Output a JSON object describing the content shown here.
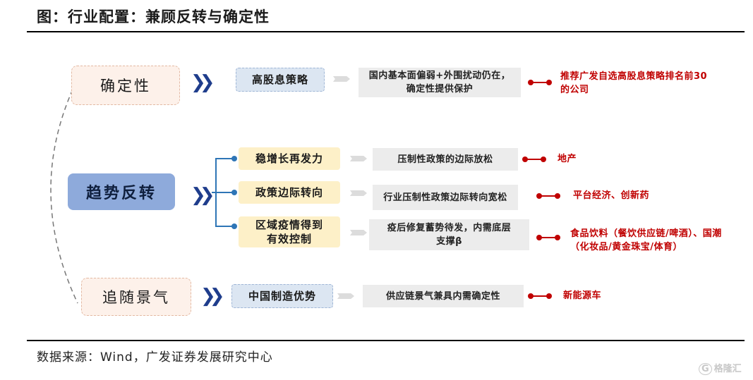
{
  "title": "图：行业配置：兼顾反转与确定性",
  "source": "数据来源：Wind，广发证券发展研究中心",
  "watermark": "格隆汇",
  "themes": [
    {
      "label": "确定性"
    },
    {
      "label": "趋势反转"
    },
    {
      "label": "追随景气"
    }
  ],
  "rows": [
    {
      "strategy": "高股息策略",
      "reason": "国内基本面偏弱+外围扰动仍在，确定性提供保护",
      "result": "推荐广发自选高股息策略排名前30的公司"
    },
    {
      "strategy": "稳增长再发力",
      "reason": "压制性政策的边际放松",
      "result": "地产"
    },
    {
      "strategy": "政策边际转向",
      "reason": "行业压制性政策边际转向宽松",
      "result": "平台经济、创新药"
    },
    {
      "strategy": "区域疫情得到有效控制",
      "reason": "疫后修复蓄势待发，内需底层支撑β",
      "result": "食品饮料（餐饮供应链/啤酒）、国潮（化妆品/黄金珠宝/体育）"
    },
    {
      "strategy": "中国制造优势",
      "reason": "供应链景气兼具内需确定性",
      "result": "新能源车"
    }
  ],
  "colors": {
    "accent_red": "#c00000",
    "accent_blue": "#1f3d8c",
    "theme_fill": "#8eaadb"
  }
}
